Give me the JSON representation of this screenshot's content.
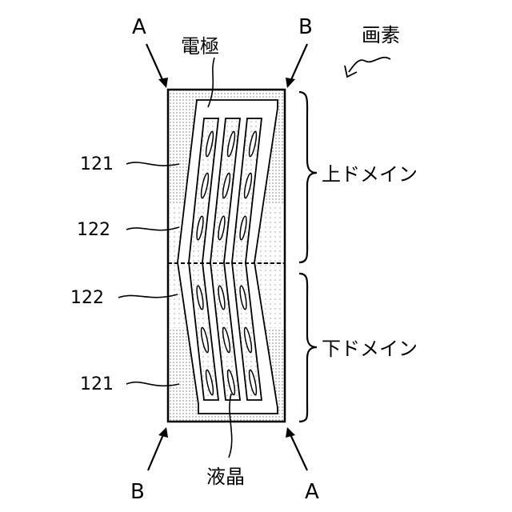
{
  "labels": {
    "pixel": "画素",
    "electrode": "電極",
    "liquid_crystal": "液晶",
    "upper_domain": "上ドメイン",
    "lower_domain": "下ドメイン",
    "ref_121_top": "121",
    "ref_122_top": "122",
    "ref_122_bottom": "122",
    "ref_121_bottom": "121",
    "a_top": "A",
    "b_top": "B",
    "b_bottom": "B",
    "a_bottom": "A"
  }
}
